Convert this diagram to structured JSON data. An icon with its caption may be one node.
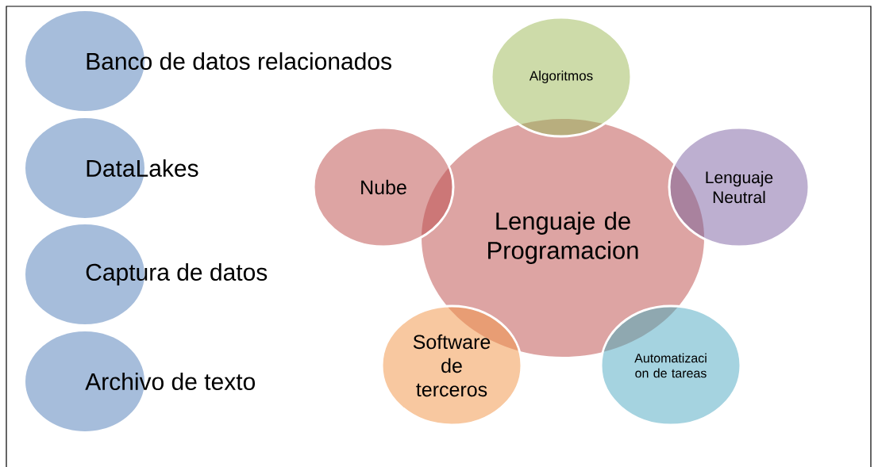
{
  "diagram": {
    "nodes": [
      {
        "text": [
          "Banco de datos relacionados"
        ]
      },
      {
        "text": [
          "DataLakes"
        ]
      },
      {
        "text": [
          "Captura de datos"
        ]
      },
      {
        "text": [
          "Archivo de texto"
        ]
      },
      {
        "text": [
          "Algoritmos"
        ]
      },
      {
        "text": [
          "Nube"
        ]
      },
      {
        "text": [
          "Lenguaje Neutral"
        ]
      },
      {
        "text": [
          "Lenguaje de Programacion"
        ]
      },
      {
        "text": [
          "Software de terceros"
        ]
      },
      {
        "text": [
          "Automatizaci on de tareas"
        ]
      }
    ]
  }
}
